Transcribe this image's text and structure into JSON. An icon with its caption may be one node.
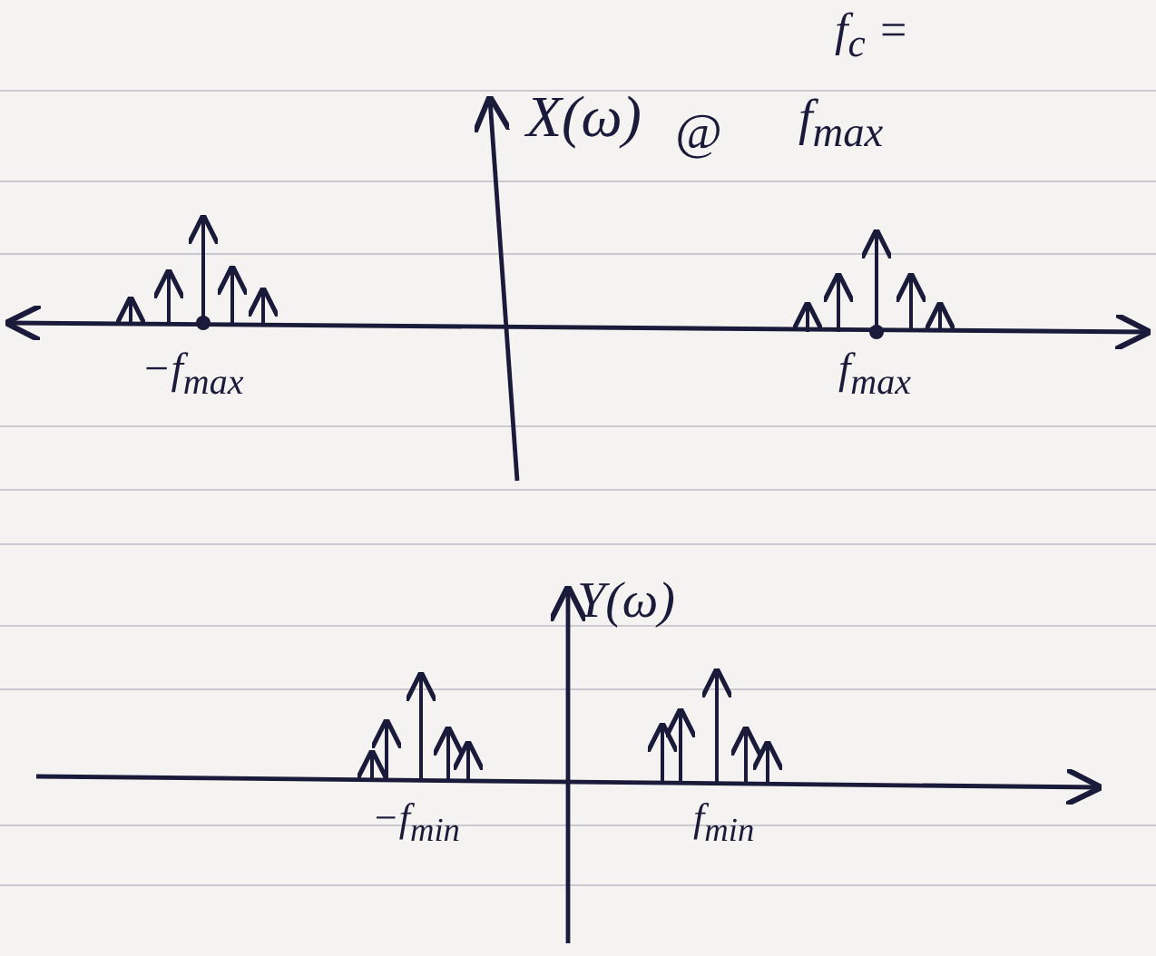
{
  "diagram": {
    "labels": [
      "X(ω)",
      "@",
      "f$_{c}$ =",
      "f$_{max}$",
      "−f$_{max}$",
      "f$_{max}$",
      "Y(ω)",
      "−f$_{min}$",
      "f$_{min}$"
    ]
  }
}
